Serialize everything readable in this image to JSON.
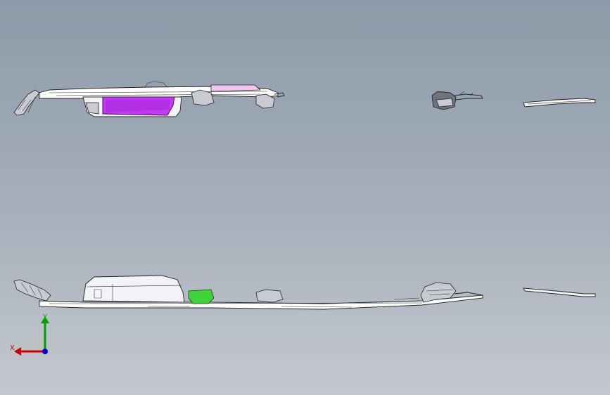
{
  "triad": {
    "x_label": "X",
    "y_label": "Y",
    "x_color": "#cc0000",
    "y_color": "#00a000",
    "z_color": "#0000cc"
  },
  "colors": {
    "highlight_magenta": "#c23bf2",
    "highlight_pink": "#f3c7f0",
    "highlight_green": "#3fd23a",
    "background_top": "#8c9aa9",
    "background_bottom": "#c4c8cf"
  },
  "views": [
    {
      "name": "top-view-main-part"
    },
    {
      "name": "top-view-side-bracket"
    },
    {
      "name": "top-view-strip"
    },
    {
      "name": "front-view-main-part"
    },
    {
      "name": "front-view-strip"
    }
  ]
}
